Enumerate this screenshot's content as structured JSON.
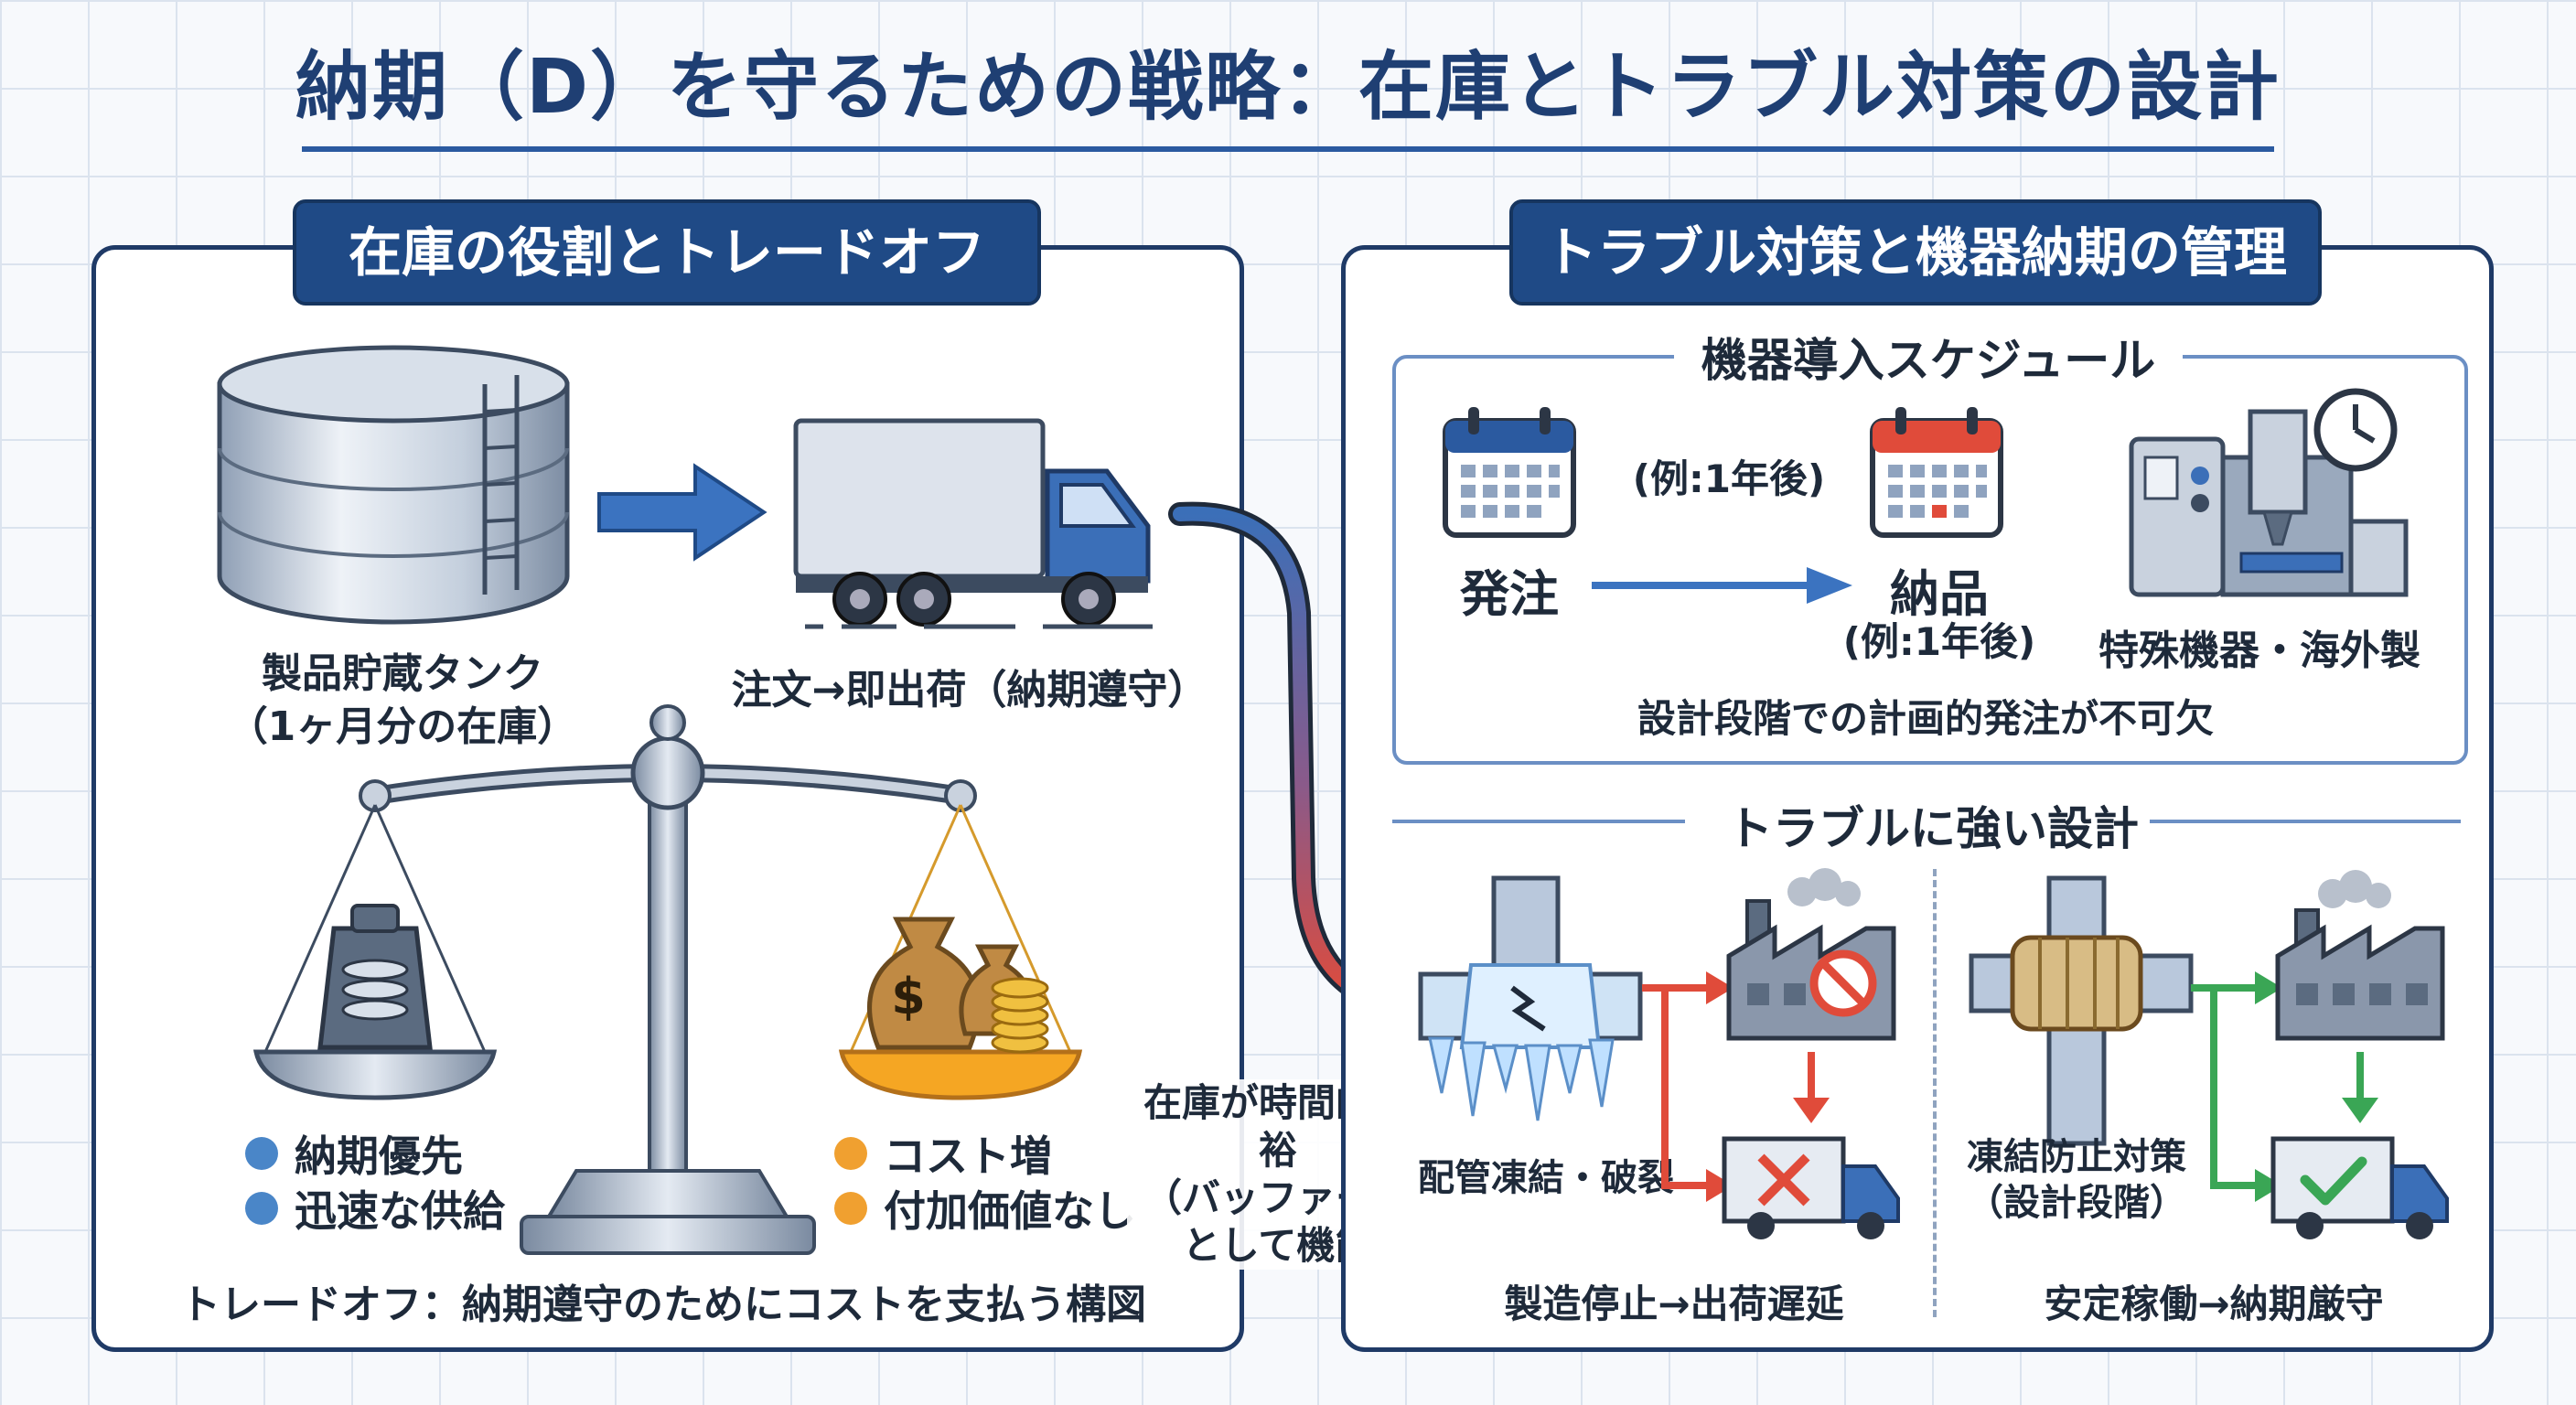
{
  "title": "納期（D）を守るための戦略：在庫とトラブル対策の設計",
  "left_panel": {
    "tag": "在庫の役割とトレードオフ",
    "tank_label_1": "製品貯蔵タンク",
    "tank_label_2": "（1ヶ月分の在庫）",
    "truck_label": "注文→即出荷（納期遵守）",
    "left_legend": [
      "納期優先",
      "迅速な供給"
    ],
    "right_legend": [
      "コスト増",
      "付加価値なし"
    ],
    "caption": "トレードオフ：納期遵守のためにコストを支払う構図",
    "money_symbol": "$"
  },
  "buffer_label": [
    "在庫が時間的余裕",
    "（バッファー）",
    "として機能"
  ],
  "right_panel": {
    "tag": "トラブル対策と機器納期の管理",
    "schedule": {
      "heading": "機器導入スケジュール",
      "order": "発注",
      "lead_time_top": "(例:1年後)",
      "delivery": "納品",
      "lead_time_bottom": "(例:1年後)",
      "equipment": "特殊機器・海外製",
      "note": "設計段階での計画的発注が不可欠"
    },
    "robust": {
      "heading": "トラブルに強い設計",
      "bad_label": "配管凍結・破裂",
      "bad_caption": "製造停止→出荷遅延",
      "good_label_1": "凍結防止対策",
      "good_label_2": "（設計段階）",
      "good_caption": "安定稼働→納期厳守"
    }
  },
  "colors": {
    "navy": "#1f4a86",
    "blue_dot": "#4a86c8",
    "orange_dot": "#f0a030",
    "red_arrow": "#e04b3a",
    "green_arrow": "#3aa655"
  }
}
